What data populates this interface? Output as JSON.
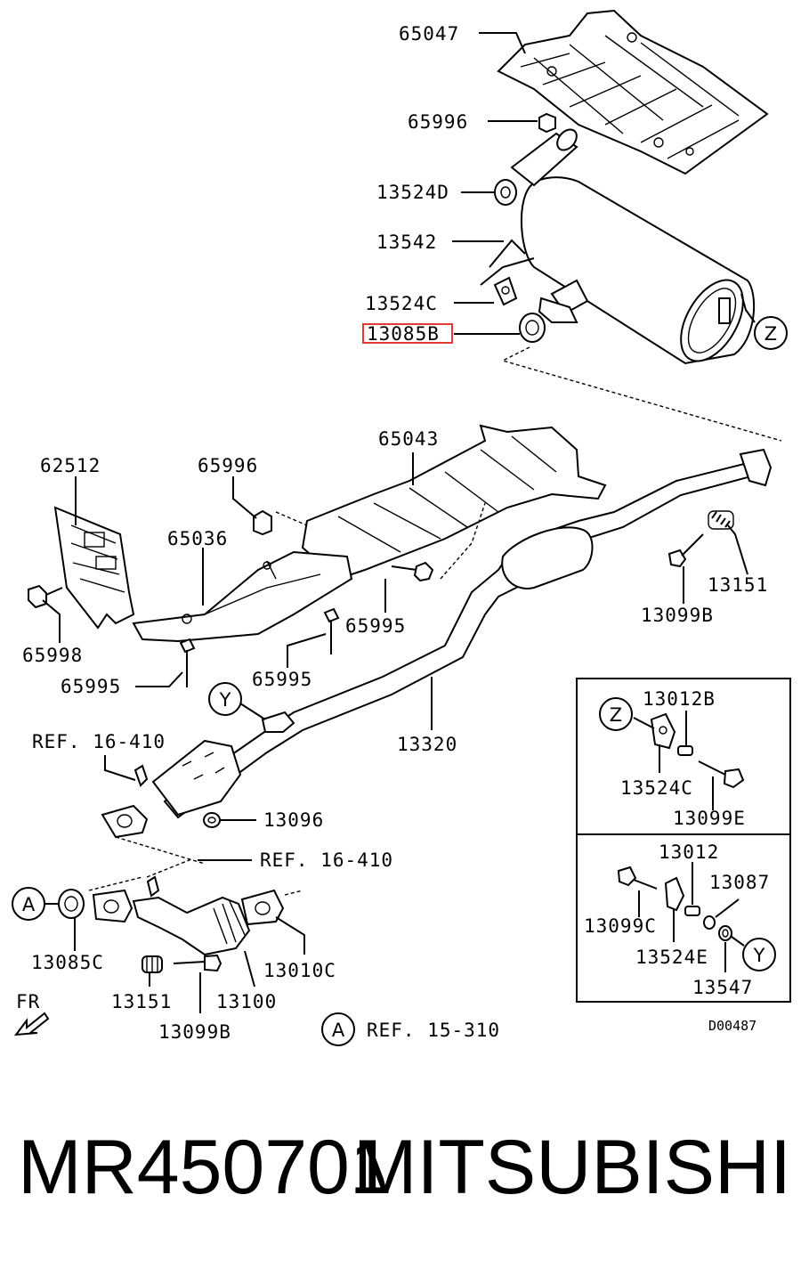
{
  "labels": {
    "l65047": "65047",
    "l65996a": "65996",
    "l13524D": "13524D",
    "l13542": "13542",
    "l13524C": "13524C",
    "l13085B": "13085B",
    "l65043": "65043",
    "l62512": "62512",
    "l65996b": "65996",
    "l65036": "65036",
    "l65995a": "65995",
    "l65998": "65998",
    "l65995b": "65995",
    "l65995c": "65995",
    "l13151a": "13151",
    "l13099B_a": "13099B",
    "l13320": "13320",
    "l13096": "13096",
    "l13085C": "13085C",
    "l13151b": "13151",
    "l13100": "13100",
    "l13010C": "13010C",
    "l13099B_b": "13099B",
    "i13012B": "13012B",
    "i13524C": "13524C",
    "i13099E": "13099E",
    "i13012": "13012",
    "i13087": "13087",
    "i13099C": "13099C",
    "i13524E": "13524E",
    "i13547": "13547"
  },
  "refs": {
    "ref1": "REF. 16-410",
    "ref2": "REF. 16-410",
    "ref3": "REF. 15-310"
  },
  "callouts": {
    "z_main": "Z",
    "y_main": "Y",
    "a_main": "A",
    "a_ref": "A",
    "z_inset": "Z",
    "y_inset": "Y"
  },
  "fr": "FR",
  "diagram_code": "D00487",
  "caption": {
    "part_number": "MR450701",
    "brand": "MITSUBISHI"
  },
  "colors": {
    "highlight": "#e53935",
    "ink": "#000000"
  }
}
